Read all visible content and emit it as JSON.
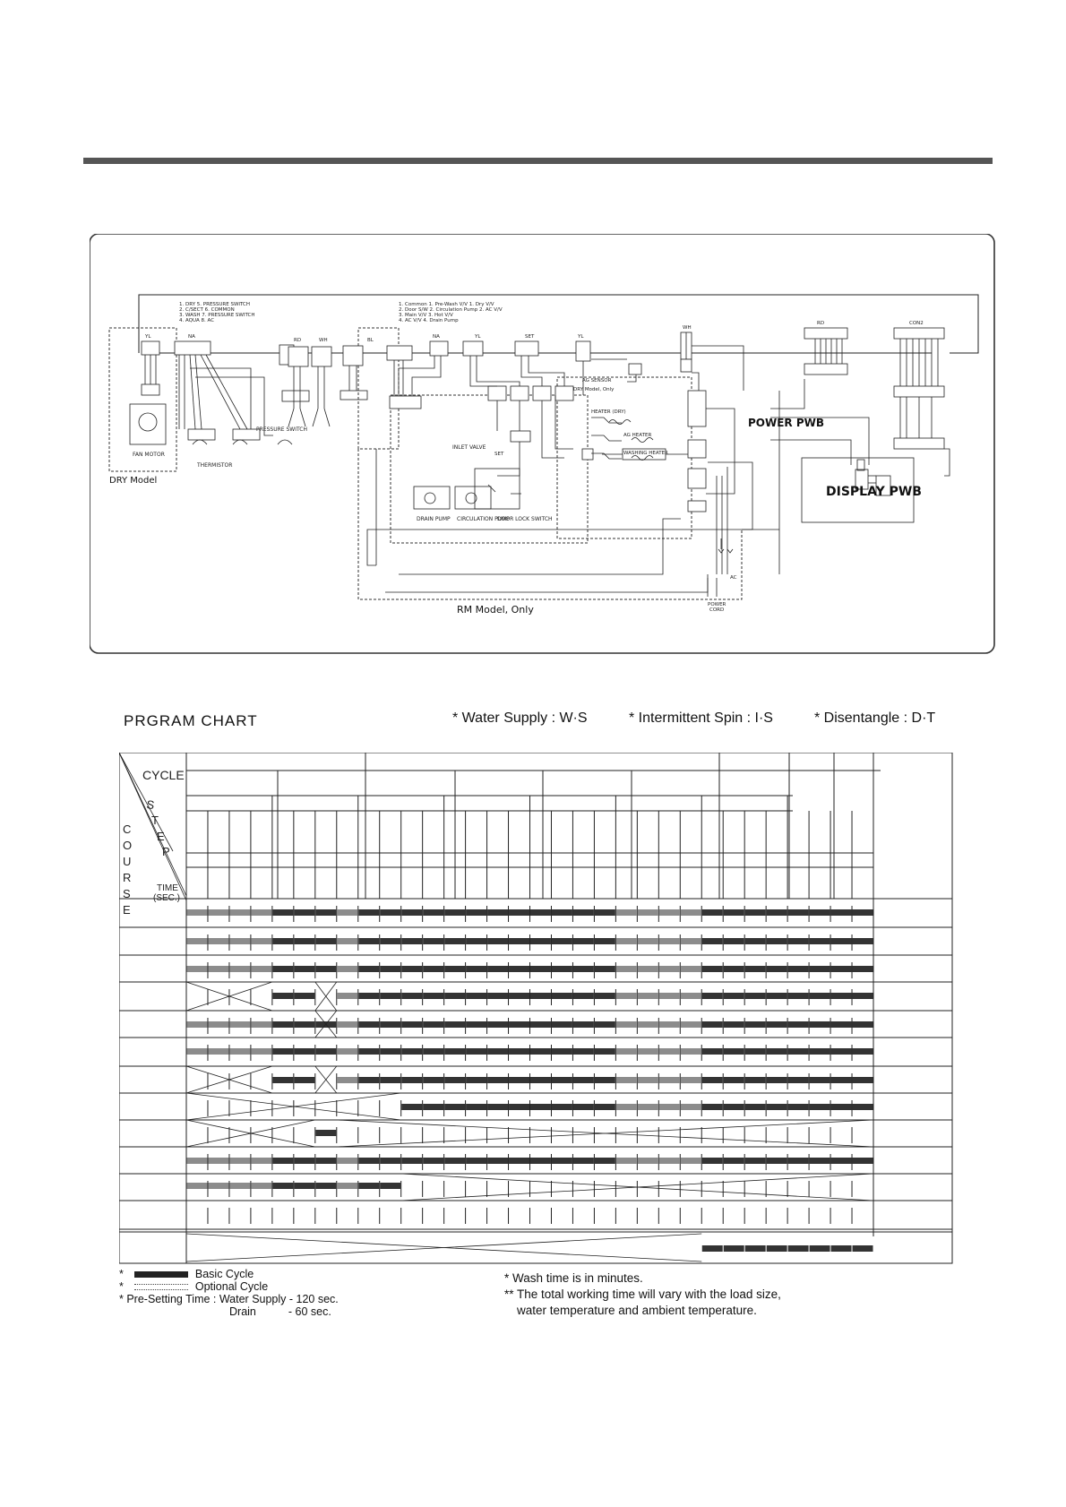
{
  "wiring": {
    "labels": {
      "dry_model": "DRY Model",
      "fan_motor": "FAN MOTOR",
      "thermistor": "THERMISTOR",
      "pressure_switch": "PRESSURE SWITCH",
      "inlet_valve": "INLET VALVE",
      "drain_pump": "DRAIN PUMP",
      "circulation_pump": "CIRCULATION PUMP",
      "door_lock_switch": "DOOR LOCK SWITCH",
      "dry_model_only": "DRY Model, Only",
      "power_pwb": "POWER PWB",
      "display_pwb": "DISPLAY PWB",
      "rm_model_only": "RM Model, Only",
      "power_cord": "POWER CORD",
      "ag_sensor": "AG SENSOR",
      "heater_dry": "HEATER (DRY)",
      "ag_heater": "AG HEATER",
      "washing_heater": "WASHING HEATER",
      "ac": "AC",
      "con2": "CON2"
    },
    "connectors": [
      "YL",
      "NA",
      "RD",
      "WH",
      "BL",
      "NA",
      "YL",
      "SET",
      "YL",
      "WH",
      "RD",
      "CON2"
    ]
  },
  "program_chart": {
    "title": "PRGRAM  CHART",
    "abbreviations": [
      "* Water Supply : W·S",
      "* Intermittent Spin : I·S",
      "* Disentangle : D·T"
    ],
    "header": {
      "cycle": "CYCLE",
      "step": "STEP",
      "course": "COURSE",
      "time": "TIME",
      "sec": "(SEC.)"
    }
  },
  "legend": {
    "basic": "Basic Cycle",
    "optional": "Optional Cycle",
    "presetting": "* Pre-Setting Time : Water Supply - 120 sec.",
    "drain": "Drain",
    "drain_value": "-   60 sec."
  },
  "notes": {
    "wash_time": "* Wash time is in minutes.",
    "total_time_1": "** The total working time will vary with the load size,",
    "total_time_2": "water temperature and ambient temperature."
  }
}
